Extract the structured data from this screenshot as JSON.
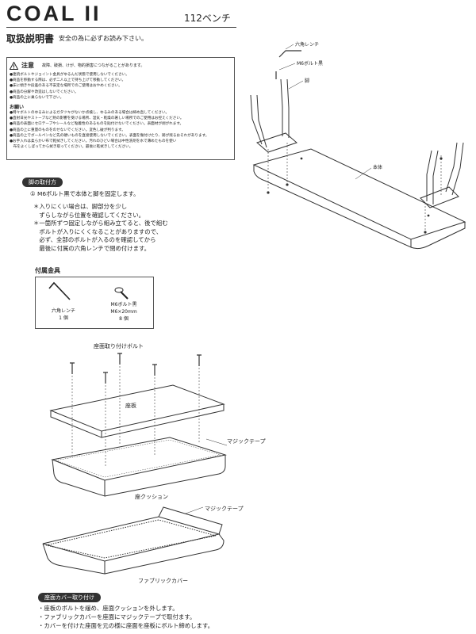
{
  "header": {
    "title": "COAL II",
    "model": "112ベンチ",
    "manual_title": "取扱説明書",
    "manual_subtitle": "安全の為に必ずお読み下さい。"
  },
  "caution": {
    "label": "注意",
    "note": "故障、破損、けが、物的損害につながることがあります。",
    "items": [
      "●連続ボルトやジョイント金具がゆるんだ状態で使用しないでください。",
      "●商品を移動する際は、必ず二人以上で持ち上げて移動してください。",
      "●床に傾きや段差のある不安定な場所でのご使用はおやめください。",
      "●商品の分解や改造はしないでください。",
      "●商品の上に乗らないで下さい。"
    ],
    "request_label": "お願い",
    "requests": [
      "●時々ボルトのゆるみによるガタツキがないか点検し、ゆるみのある場合は締め直してください。",
      "●直射日光やストーブなど熱の影響を受ける場所、湿気・乾燥の著しい場所でのご使用はお控えください。",
      "●商品の表面にセロテープやシールなど粘着性のあるものを貼付けないでください。表面材が剥がれます。",
      "●商品の上に重量のものをのせないでください。変色し破が判ります。",
      "●商品の上でボールペンなど先の硬いものを直接使用しないでください。表面を傷付けたり、跡が残るおそれがあります。",
      "●お手入れは柔らかい布で乾拭きしてください。汚れのひどい場合は中性洗剤を水で薄めたものを使い",
      "　布をよくしぼってから拭き取ってください。最後に乾拭きしてください。"
    ]
  },
  "leg_section": {
    "pill": "脚の取付方",
    "step": "① M6ボルト黒で本体と脚を固定します。",
    "notes": [
      "＊入りにくい場合は、脚部分を少し",
      "　ずらしながら位置を確認してください。",
      "＊一箇所ずつ固定しながら組み立てると、後で組む",
      "　ボルトが入りにくくなることがありますので、",
      "　必ず、全部のボルトが入るのを確認してから",
      "　最後に付属の六角レンチで閉め付けます。"
    ]
  },
  "parts": {
    "title": "付属金具",
    "wrench_name": "六角レンチ",
    "wrench_qty": "1 個",
    "bolt_name": "M6ボルト黒",
    "bolt_size": "M6×20mm",
    "bolt_qty": "8 個"
  },
  "top_diagram": {
    "hex_wrench": "六角レンチ",
    "m6_bolt": "M6ボルト黒",
    "leg": "脚",
    "body": "本体"
  },
  "assembly_diagram": {
    "seat_bolts": "座面取り付けボルト",
    "seat_board": "座板",
    "magic_tape_1": "マジックテープ",
    "seat_cushion": "座クッション",
    "magic_tape_2": "マジックテープ",
    "fabric_cover": "ファブリックカバー"
  },
  "cover_section": {
    "pill": "座面カバー取り付け",
    "bullets": [
      "・座板のボルトを緩め、座面クッションを外します。",
      "・ファブリックカバーを座面にマジックテープで取付ます。",
      "・カバーを付けた座面を元の様に座面を座板にボルト締めします。"
    ]
  }
}
